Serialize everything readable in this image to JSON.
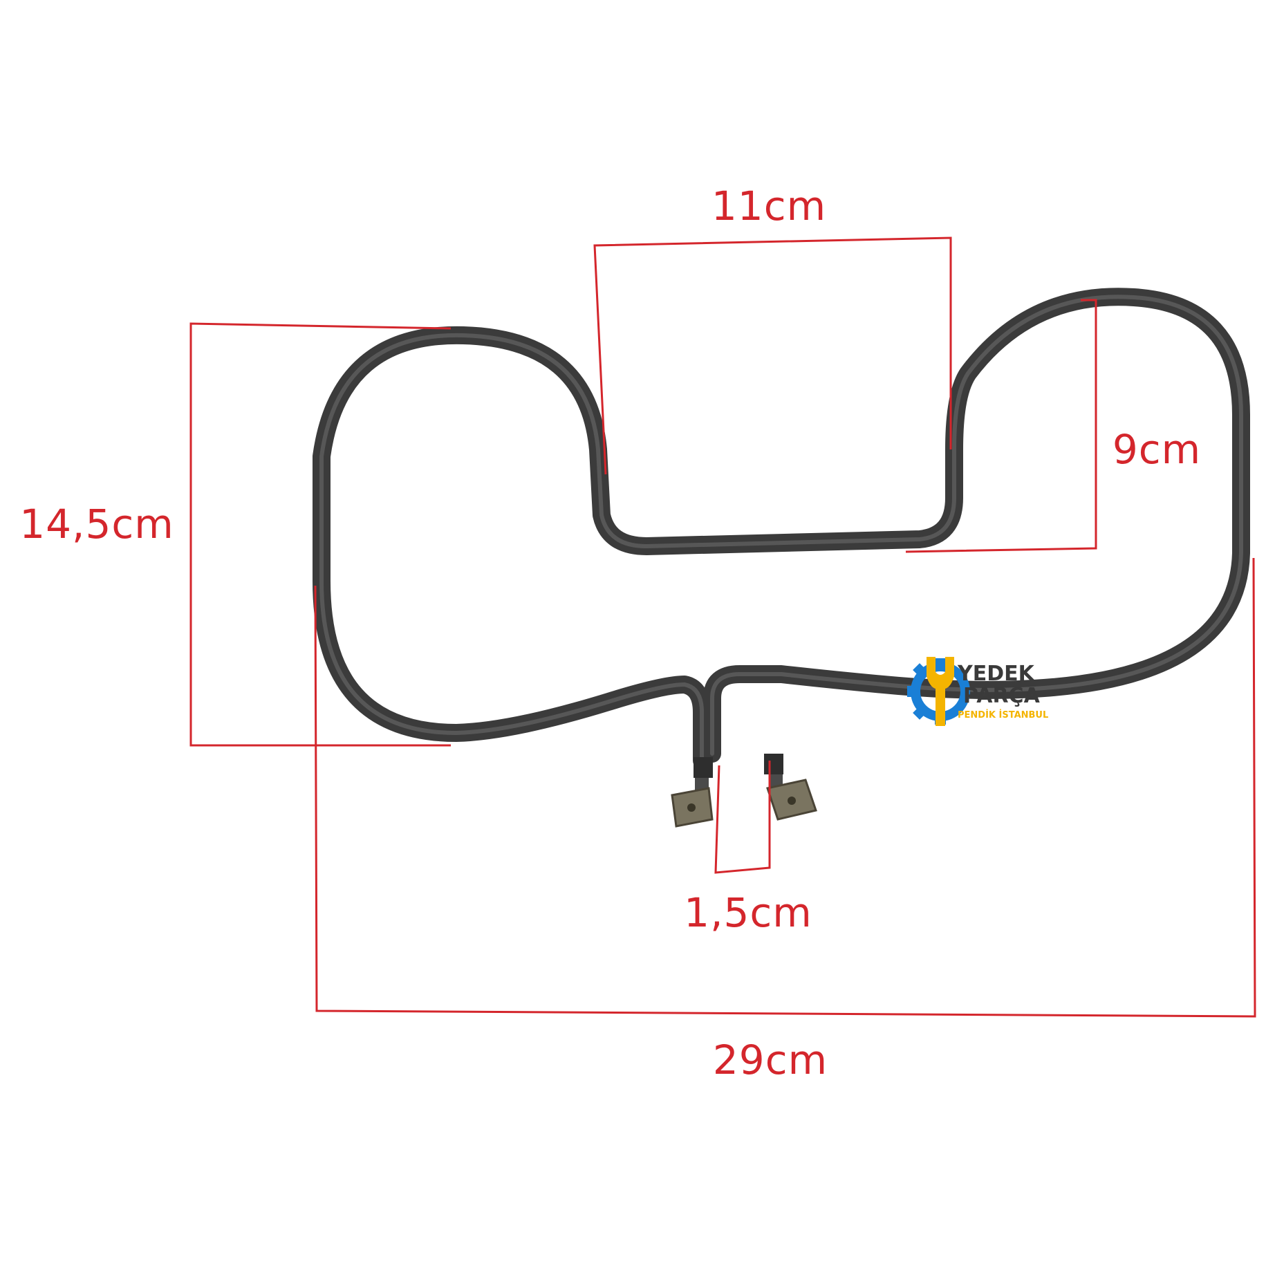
{
  "dimensions": {
    "top_width": "11cm",
    "left_height": "14,5cm",
    "right_height": "9cm",
    "terminal_gap": "1,5cm",
    "total_width": "29cm"
  },
  "logo": {
    "line1": "YEDEK",
    "line2": "PARÇA",
    "line3": "PENDİK İSTANBUL",
    "colors": {
      "gear": "#1a7fd6",
      "wrench": "#f4b400",
      "text": "#3a3a3a"
    }
  },
  "colors": {
    "dimension": "#d4262c",
    "element": "#3b3b3b",
    "element_highlight": "#6a6a6a"
  }
}
